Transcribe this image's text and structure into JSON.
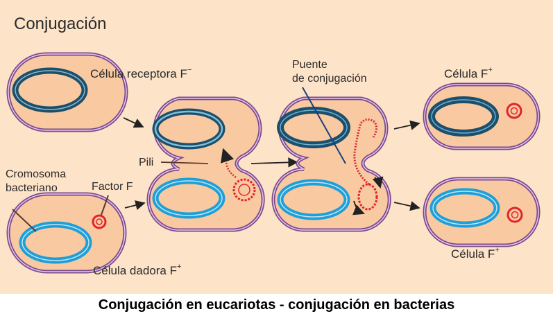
{
  "title": "Conjugación",
  "labels": {
    "receptor_cell": "Célula receptora F",
    "receptor_sup": "−",
    "bridge_line1": "Puente",
    "bridge_line2": "de conjugación",
    "result_top": "Célula F",
    "result_top_sup": "+",
    "pili": "Pili",
    "chromosome_line1": "Cromosoma",
    "chromosome_line2": "bacteriano",
    "factor": "Factor F",
    "donor_cell": "Célula dadora F",
    "donor_sup": "+",
    "result_bottom": "Célula F",
    "result_bottom_sup": "+"
  },
  "caption": "Conjugación en eucariotas - conjugación en bacterias",
  "colors": {
    "background": "#fde3c8",
    "cell_fill": "#f9c9a1",
    "membrane": "#7a4a8c",
    "receptor_chromosome": "#1b4f6b",
    "donor_chromosome": "#1e9fd8",
    "plasmid": "#e0242b",
    "arrow": "#222222"
  }
}
